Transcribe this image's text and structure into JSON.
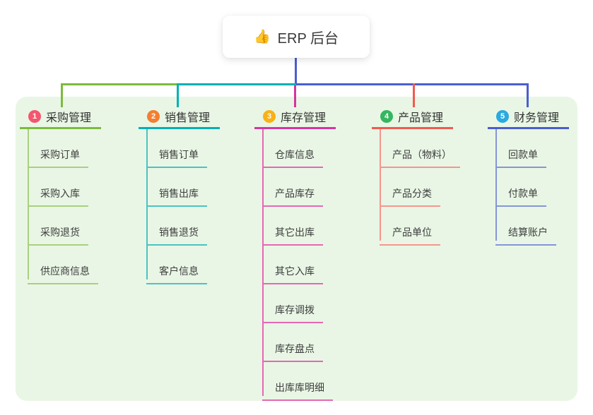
{
  "canvas": {
    "page_bg": "#ffffff",
    "panel_bg": "#e9f6e5"
  },
  "root": {
    "icon": "thumbs-up",
    "icon_glyph": "👍",
    "label": "ERP 后台",
    "connector_color": "#4a5ed0"
  },
  "branches": [
    {
      "index": "1",
      "label": "采购管理",
      "badge_color": "#f4566f",
      "line_color": "#7cbb3f",
      "child_line_color": "#a9d07f",
      "children": [
        "采购订单",
        "采购入库",
        "采购退货",
        "供应商信息"
      ]
    },
    {
      "index": "2",
      "label": "销售管理",
      "badge_color": "#f57e31",
      "line_color": "#00b0b4",
      "child_line_color": "#4cc3c1",
      "children": [
        "销售订单",
        "销售出库",
        "销售退货",
        "客户信息"
      ]
    },
    {
      "index": "3",
      "label": "库存管理",
      "badge_color": "#f9b115",
      "line_color": "#d6359f",
      "child_line_color": "#e468b4",
      "children": [
        "仓库信息",
        "产品库存",
        "其它出库",
        "其它入库",
        "库存调拨",
        "库存盘点",
        "出库库明细"
      ]
    },
    {
      "index": "4",
      "label": "产品管理",
      "badge_color": "#35b660",
      "line_color": "#f25a50",
      "child_line_color": "#f5968d",
      "children": [
        "产品（物料）",
        "产品分类",
        "产品单位"
      ]
    },
    {
      "index": "5",
      "label": "财务管理",
      "badge_color": "#2ba9e0",
      "line_color": "#4a5ed0",
      "child_line_color": "#8496d6",
      "children": [
        "回款单",
        "付款单",
        "结算账户"
      ]
    }
  ]
}
